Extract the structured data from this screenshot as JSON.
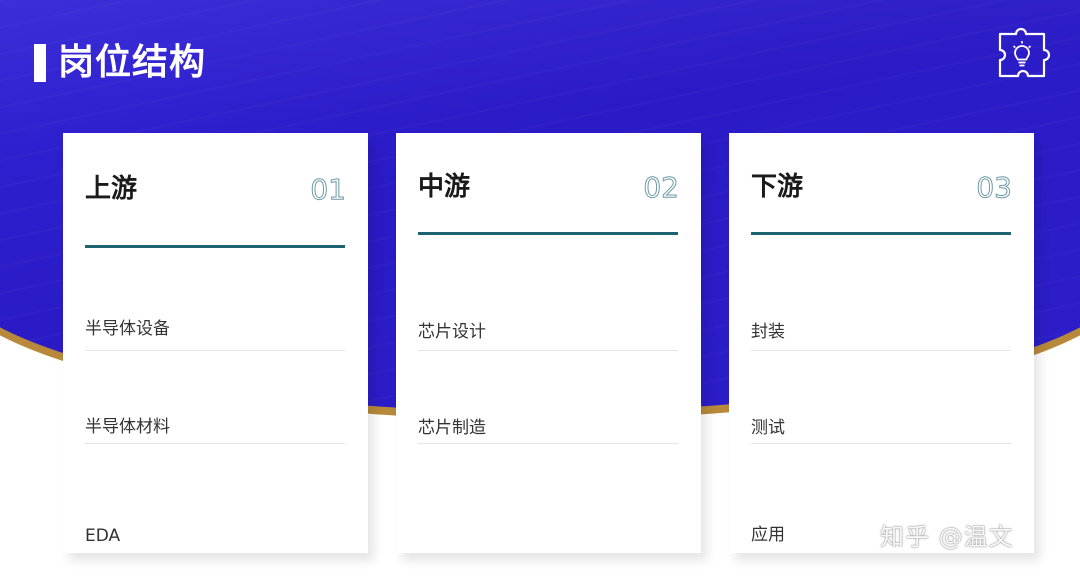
{
  "page": {
    "title": "岗位结构"
  },
  "icons": {
    "header_icon": "puzzle-lightbulb-icon"
  },
  "colors": {
    "banner_blue": "#2c1ec8",
    "accent_teal": "#1e6470",
    "gold_edge": "#b8893a"
  },
  "cards": [
    {
      "title": "上游",
      "number": "01",
      "items": [
        "半导体设备",
        "半导体材料",
        "EDA"
      ]
    },
    {
      "title": "中游",
      "number": "02",
      "items": [
        "芯片设计",
        "芯片制造"
      ]
    },
    {
      "title": "下游",
      "number": "03",
      "items": [
        "封装",
        "测试",
        "应用"
      ]
    }
  ],
  "watermark": "知乎 @温文"
}
